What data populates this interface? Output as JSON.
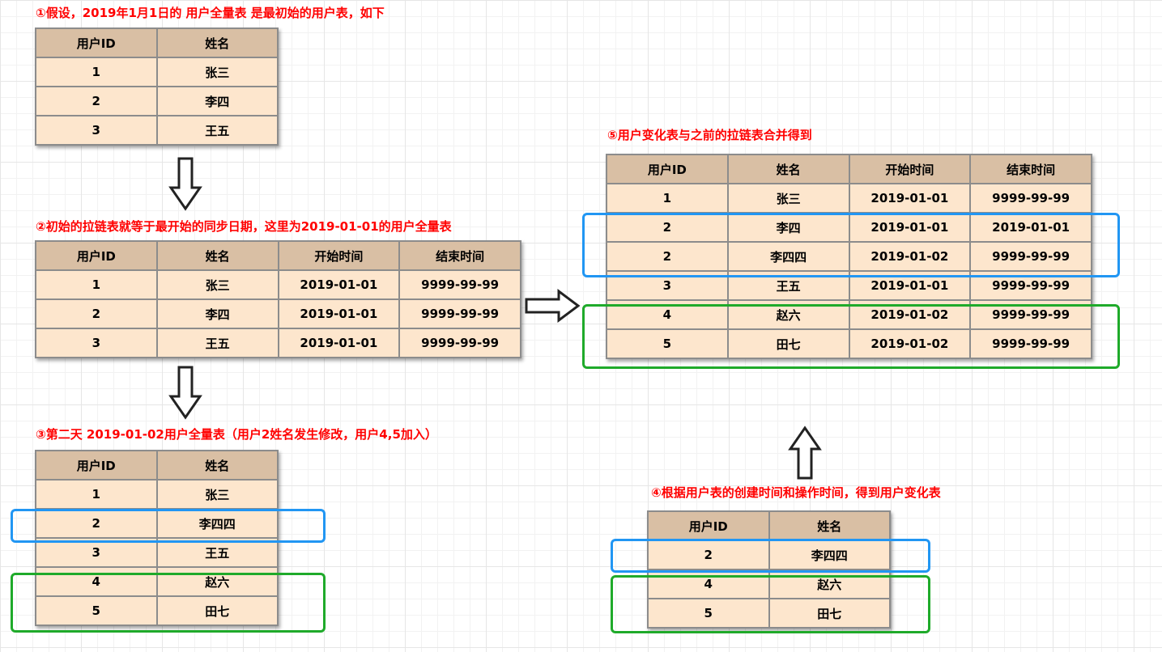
{
  "step1": {
    "caption": "①假设，2019年1月1日的 用户全量表 是最初始的用户表，如下",
    "headers": [
      "用户ID",
      "姓名"
    ],
    "rows": [
      [
        "1",
        "张三"
      ],
      [
        "2",
        "李四"
      ],
      [
        "3",
        "王五"
      ]
    ]
  },
  "step2": {
    "caption": "②初始的拉链表就等于最开始的同步日期，这里为2019-01-01的用户全量表",
    "headers": [
      "用户ID",
      "姓名",
      "开始时间",
      "结束时间"
    ],
    "rows": [
      [
        "1",
        "张三",
        "2019-01-01",
        "9999-99-99"
      ],
      [
        "2",
        "李四",
        "2019-01-01",
        "9999-99-99"
      ],
      [
        "3",
        "王五",
        "2019-01-01",
        "9999-99-99"
      ]
    ]
  },
  "step3": {
    "caption": "③第二天 2019-01-02用户全量表（用户2姓名发生修改，用户4,5加入）",
    "headers": [
      "用户ID",
      "姓名"
    ],
    "rows": [
      [
        "1",
        "张三"
      ],
      [
        "2",
        "李四四"
      ],
      [
        "3",
        "王五"
      ],
      [
        "4",
        "赵六"
      ],
      [
        "5",
        "田七"
      ]
    ]
  },
  "step4": {
    "caption": "④根据用户表的创建时间和操作时间，得到用户变化表",
    "headers": [
      "用户ID",
      "姓名"
    ],
    "rows": [
      [
        "2",
        "李四四"
      ],
      [
        "4",
        "赵六"
      ],
      [
        "5",
        "田七"
      ]
    ]
  },
  "step5": {
    "caption": "⑤用户变化表与之前的拉链表合并得到",
    "headers": [
      "用户ID",
      "姓名",
      "开始时间",
      "结束时间"
    ],
    "rows": [
      [
        "1",
        "张三",
        "2019-01-01",
        "9999-99-99"
      ],
      [
        "2",
        "李四",
        "2019-01-01",
        "2019-01-01"
      ],
      [
        "2",
        "李四四",
        "2019-01-02",
        "9999-99-99"
      ],
      [
        "3",
        "王五",
        "2019-01-01",
        "9999-99-99"
      ],
      [
        "4",
        "赵六",
        "2019-01-02",
        "9999-99-99"
      ],
      [
        "5",
        "田七",
        "2019-01-02",
        "9999-99-99"
      ]
    ]
  },
  "colors": {
    "caption": "#ff0000",
    "header_bg": "#d9bfa4",
    "cell_bg": "#fde6cd",
    "highlight_changed": "#2196f3",
    "highlight_new": "#1faa2a"
  }
}
